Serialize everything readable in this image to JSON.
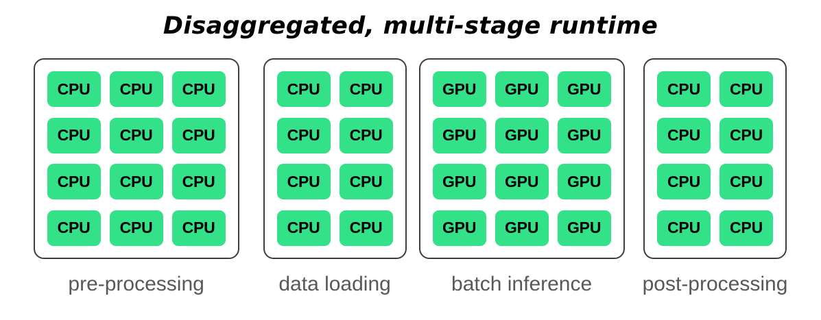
{
  "title": "Disaggregated, multi-stage runtime",
  "colors": {
    "chip_fill": "#32E188",
    "chip_text": "#000000",
    "box_border": "#3d3d3d",
    "label_text": "#585858",
    "background": "#ffffff",
    "title_text": "#000000"
  },
  "stages": [
    {
      "label": "pre-processing",
      "columns": 3,
      "rows": 4,
      "chip_count": 12,
      "chips": [
        "CPU",
        "CPU",
        "CPU",
        "CPU",
        "CPU",
        "CPU",
        "CPU",
        "CPU",
        "CPU",
        "CPU",
        "CPU",
        "CPU"
      ]
    },
    {
      "label": "data loading",
      "columns": 2,
      "rows": 4,
      "chip_count": 8,
      "chips": [
        "CPU",
        "CPU",
        "CPU",
        "CPU",
        "CPU",
        "CPU",
        "CPU",
        "CPU"
      ]
    },
    {
      "label": "batch inference",
      "columns": 3,
      "rows": 4,
      "chip_count": 12,
      "chips": [
        "GPU",
        "GPU",
        "GPU",
        "GPU",
        "GPU",
        "GPU",
        "GPU",
        "GPU",
        "GPU",
        "GPU",
        "GPU",
        "GPU"
      ]
    },
    {
      "label": "post-processing",
      "columns": 2,
      "rows": 4,
      "chip_count": 8,
      "chips": [
        "CPU",
        "CPU",
        "CPU",
        "CPU",
        "CPU",
        "CPU",
        "CPU",
        "CPU"
      ]
    }
  ]
}
